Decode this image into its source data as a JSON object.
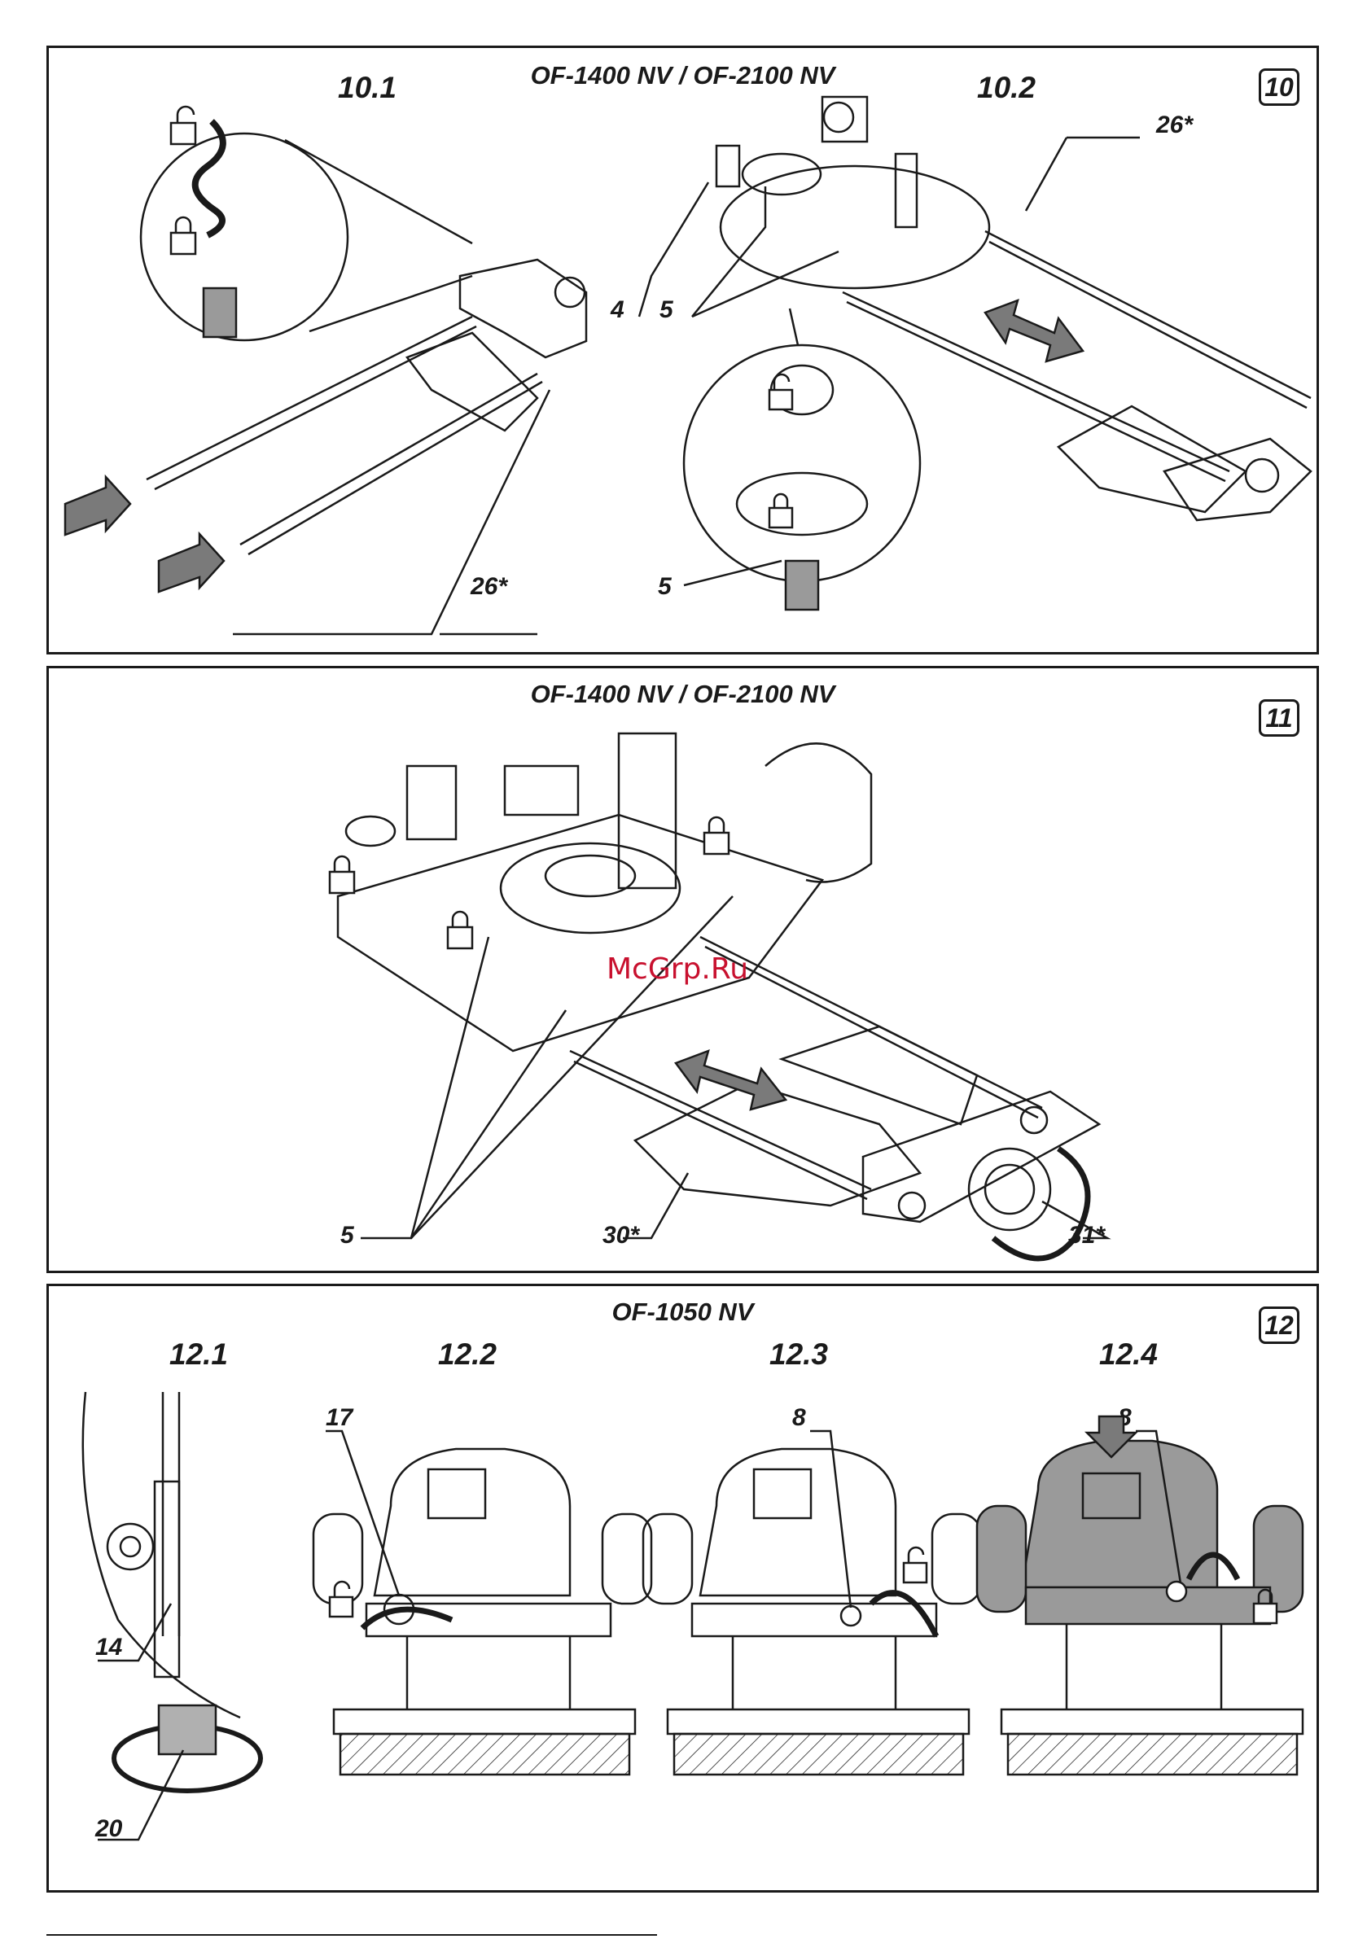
{
  "watermark": "McGrp.Ru",
  "panels": {
    "p10": {
      "model": "OF-1400 NV / OF-2100 NV",
      "fig": "10",
      "sub1": "10.1",
      "sub2": "10.2",
      "c_26a": "26*",
      "c_26b": "26*",
      "c_4": "4",
      "c_5a": "5",
      "c_5b": "5"
    },
    "p11": {
      "model": "OF-1400 NV / OF-2100 NV",
      "fig": "11",
      "c_5": "5",
      "c_30": "30*",
      "c_31": "31*"
    },
    "p12": {
      "model": "OF-1050 NV",
      "fig": "12",
      "sub1": "12.1",
      "sub2": "12.2",
      "sub3": "12.3",
      "sub4": "12.4",
      "c_14": "14",
      "c_20": "20",
      "c_17": "17",
      "c_8a": "8",
      "c_8b": "8"
    }
  }
}
